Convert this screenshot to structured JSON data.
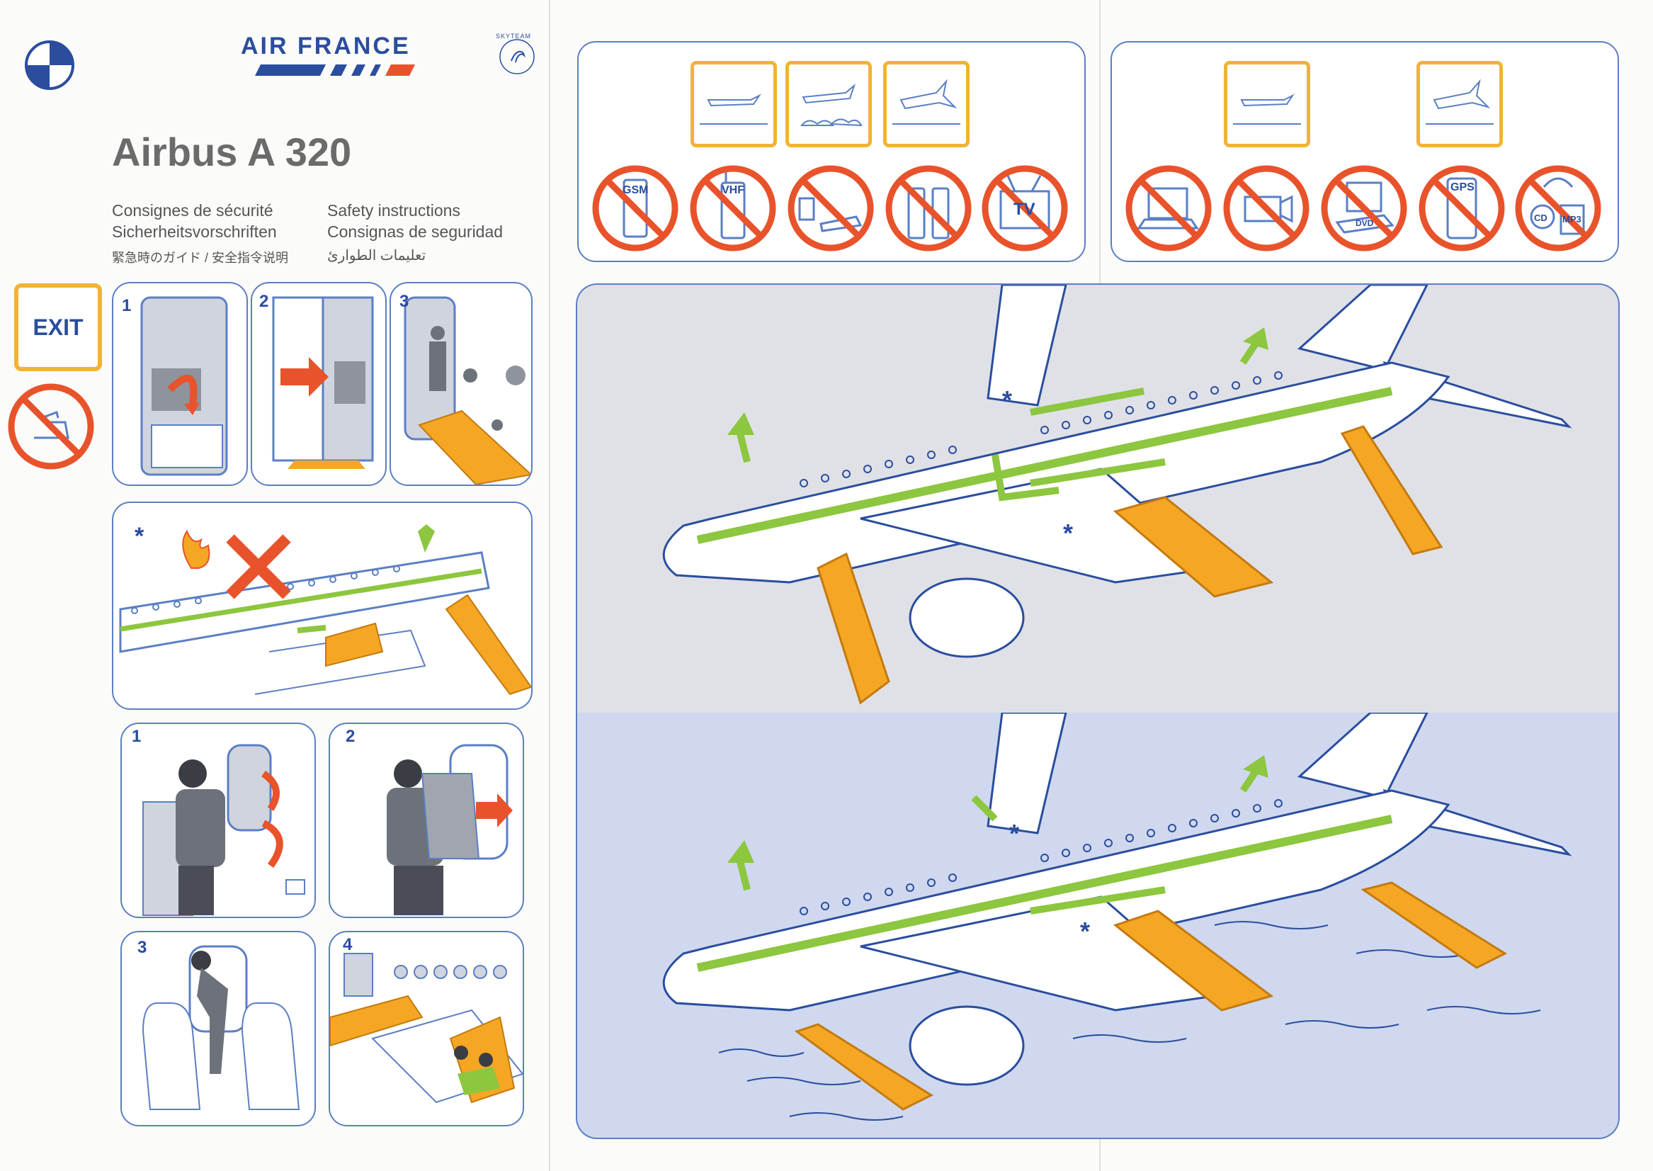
{
  "header": {
    "airline": "AIR FRANCE",
    "alliance": "SKYTEAM",
    "aircraft": "Airbus A 320",
    "titles": {
      "fr": "Consignes de sécurité",
      "en": "Safety instructions",
      "de": "Sicherheitsvorschriften",
      "es": "Consignas de seguridad",
      "ja_zh": "緊急時のガイド / 安全指令说明",
      "ar": "تعليمات الطوارئ"
    }
  },
  "exit_sign": "EXIT",
  "exit_door_steps": [
    "1",
    "2",
    "3"
  ],
  "overwing_steps": [
    "1",
    "2",
    "3",
    "4"
  ],
  "markers": {
    "asterisk": "*"
  },
  "devices_panel_left": {
    "allowed_phases": [
      "taxi-icon",
      "cruise-icon",
      "landing-icon"
    ],
    "forbidden": [
      "GSM",
      "VHF",
      "",
      "",
      "TV"
    ]
  },
  "devices_panel_right": {
    "allowed_phases": [
      "taxi-icon",
      "landing-icon"
    ],
    "forbidden": [
      "",
      "",
      "DVD",
      "GPS",
      "CD",
      "MP3"
    ]
  },
  "colors": {
    "brand_blue": "#2a4d9e",
    "brand_red": "#e8532b",
    "exit_frame": "#f1b334",
    "escape_route": "#8dc63f",
    "slide": "#f5a623",
    "land_bg": "#dfe1e7",
    "water_bg": "#cfd8ee"
  }
}
